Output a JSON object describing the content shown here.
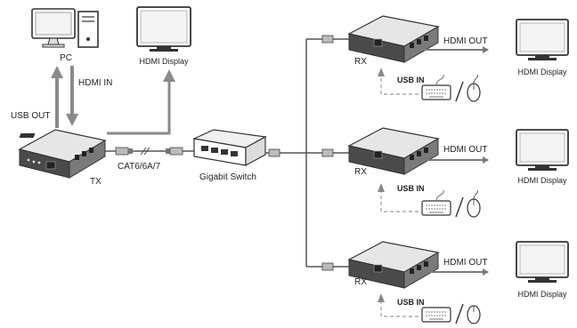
{
  "labels": {
    "pc": "PC",
    "hdmi_in": "HDMI IN",
    "usb_out": "USB OUT",
    "tx": "TX",
    "cable": "CAT6/6A/7",
    "switch": "Gigabit Switch",
    "hdmi_display": "HDMI Display",
    "rx": "RX",
    "hdmi_out": "HDMI OUT",
    "usb_in": "USB IN"
  },
  "colors": {
    "line": "#555555",
    "arrow": "#7a7a7a",
    "device_dark": "#3a3a3a",
    "device_mid": "#6a6a6a",
    "light": "#cfcfcf"
  }
}
